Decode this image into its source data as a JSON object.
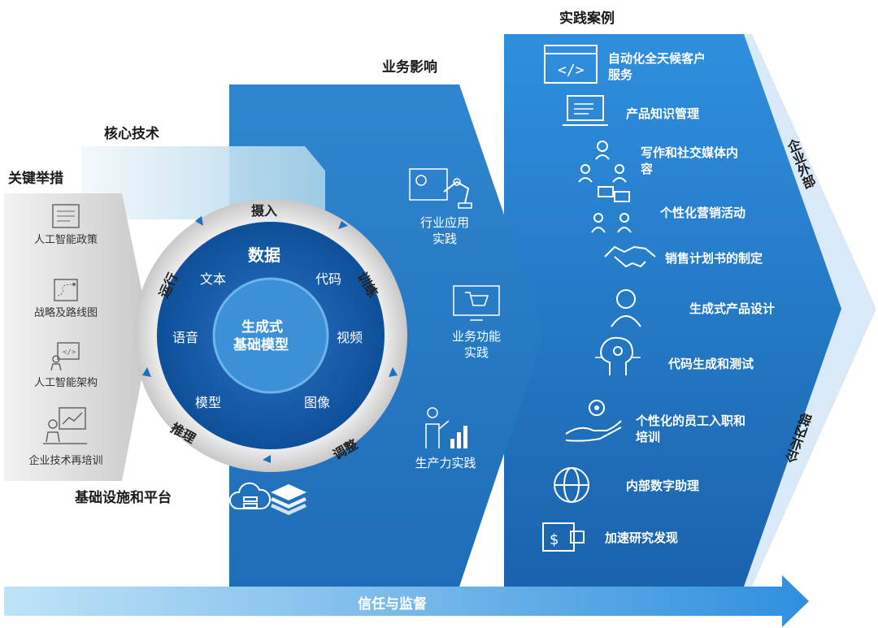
{
  "headers": {
    "key_measures": "关键举措",
    "core_tech": "核心技术",
    "business_impact": "业务影响",
    "cases": "实践案例",
    "infrastructure": "基础设施和平台"
  },
  "key_measures": [
    {
      "label": "人工智能政策",
      "icon": "document-icon"
    },
    {
      "label": "战略及路线图",
      "icon": "roadmap-icon"
    },
    {
      "label": "人工智能架构",
      "icon": "presentation-icon"
    },
    {
      "label": "企业技术再培训",
      "icon": "training-icon"
    }
  ],
  "ring": {
    "top": "摄入",
    "right_top": "训练",
    "right_bottom": "调整",
    "left_bottom": "推理",
    "left_top": "运行"
  },
  "core": {
    "data": "数据",
    "text": "文本",
    "code": "代码",
    "speech": "语音",
    "video": "视频",
    "model": "模型",
    "image": "图像",
    "center_line1": "生成式",
    "center_line2": "基础模型"
  },
  "impacts": [
    {
      "line1": "行业应用",
      "line2": "实践",
      "icon": "robot-arm-icon"
    },
    {
      "line1": "业务功能",
      "line2": "实践",
      "icon": "shopping-cart-icon"
    },
    {
      "line1": "生产力实践",
      "line2": "",
      "icon": "person-chart-icon"
    }
  ],
  "cases": [
    {
      "line1": "自动化全天候客户",
      "line2": "服务",
      "icon": "code-window-icon"
    },
    {
      "line1": "产品知识管理",
      "line2": "",
      "icon": "laptop-icon"
    },
    {
      "line1": "写作和社交媒体内",
      "line2": "容",
      "icon": "network-people-icon"
    },
    {
      "line1": "个性化营销活动",
      "line2": "",
      "icon": "chat-people-icon"
    },
    {
      "line1": "销售计划书的制定",
      "line2": "",
      "icon": "handshake-icon"
    },
    {
      "line1": "生成式产品设计",
      "line2": "",
      "icon": "person-icon"
    },
    {
      "line1": "代码生成和测试",
      "line2": "",
      "icon": "circuit-head-icon"
    },
    {
      "line1": "个性化的员工入职和",
      "line2": "培训",
      "icon": "gear-hand-icon"
    },
    {
      "line1": "内部数字助理",
      "line2": "",
      "icon": "globe-icon"
    },
    {
      "line1": "加速研究发现",
      "line2": "",
      "icon": "dollar-wallet-icon"
    }
  ],
  "side": {
    "external": "企业外部",
    "internal": "企业内部"
  },
  "bottom_arrow": "信任与监督",
  "colors": {
    "dark_blue": "#1565b5",
    "mid_blue": "#2a8fdd",
    "light_blue": "#d9e9f8",
    "gray": "#dcdcdc"
  }
}
